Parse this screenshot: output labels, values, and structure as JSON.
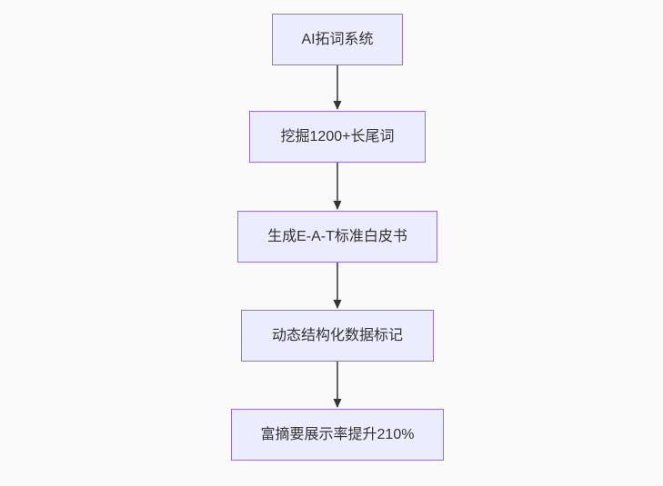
{
  "diagram": {
    "type": "flowchart",
    "direction": "top-down",
    "nodes": [
      {
        "id": "n1",
        "label": "AI拓词系统"
      },
      {
        "id": "n2",
        "label": "挖掘1200+长尾词"
      },
      {
        "id": "n3",
        "label": "生成E-A-T标准白皮书"
      },
      {
        "id": "n4",
        "label": "动态结构化数据标记"
      },
      {
        "id": "n5",
        "label": "富摘要展示率提升210%"
      }
    ],
    "edges": [
      {
        "from": "n1",
        "to": "n2"
      },
      {
        "from": "n2",
        "to": "n3"
      },
      {
        "from": "n3",
        "to": "n4"
      },
      {
        "from": "n4",
        "to": "n5"
      }
    ],
    "colors": {
      "background": "#fafafa",
      "node_fill": "#ececff",
      "node_border": "#9370db",
      "node_text": "#333333",
      "arrow": "#333333"
    }
  }
}
